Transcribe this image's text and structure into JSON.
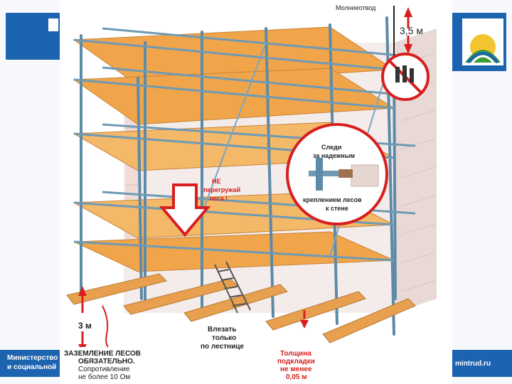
{
  "footer": {
    "ministry_line1": "Министерство",
    "ministry_line2": "и социальной",
    "site": "mintrud.ru"
  },
  "labels": {
    "lightning_rod": "Молниеотвод",
    "height_top": "3,5 м",
    "watch_title_1": "Следи",
    "watch_title_2": "за надежным",
    "watch_sub_1": "креплением лесов",
    "watch_sub_2": "к стене",
    "no_overload_1": "НЕ",
    "no_overload_2": "перегружай",
    "no_overload_3": "леса !",
    "height_bottom": "3 м",
    "climb_1": "Влезать",
    "climb_2": "только",
    "climb_3": "по лестнице",
    "ground_1": "ЗАЗЕМЛЕНИЕ ЛЕСОВ",
    "ground_2": "ОБЯЗАТЕЛЬНО.",
    "ground_3": "Сопротивление",
    "ground_4": "не более 10 Ом",
    "pad_1": "Толщина",
    "pad_2": "подкладки",
    "pad_3": "не менее",
    "pad_4": "0,05 м"
  },
  "colors": {
    "brand_blue": "#1c63b0",
    "warning_red": "#d81e1e",
    "deck_wood": "#f0a54a",
    "pole_steel": "#5d8aa6",
    "brick": "#efe4e2"
  }
}
